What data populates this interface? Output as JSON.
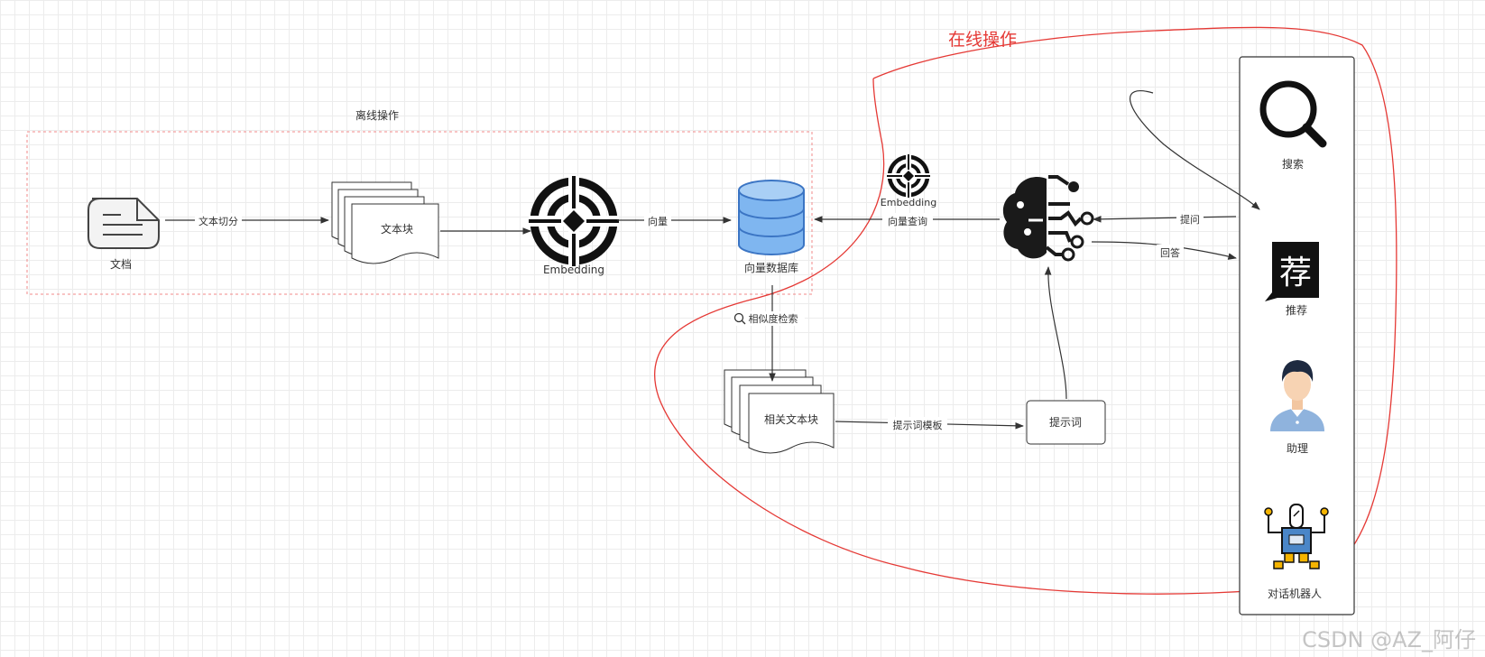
{
  "groups": {
    "offline": "离线操作",
    "online": "在线操作"
  },
  "nodes": {
    "doc": "文档",
    "chunk": "文本块",
    "embedding_main": "Embedding",
    "vector_db": "向量数据库",
    "embedding_small": "Embedding",
    "related_chunks": "相关文本块",
    "prompt": "提示词",
    "search": "搜索",
    "recommend": "推荐",
    "recommend_glyph": "荐",
    "assistant": "助理",
    "chatbot": "对话机器人"
  },
  "edges": {
    "split": "文本切分",
    "vector": "向量",
    "vector_query": "向量查询",
    "similarity_search": "相似度检索",
    "prompt_template": "提示词模板",
    "ask": "提问",
    "answer": "回答"
  },
  "watermark": "CSDN @AZ_阿仔",
  "colors": {
    "online_outline": "#e53935",
    "offline_border": "#f08a8a",
    "db_blue": "#7fb6f0",
    "db_dark": "#3b75c4"
  }
}
